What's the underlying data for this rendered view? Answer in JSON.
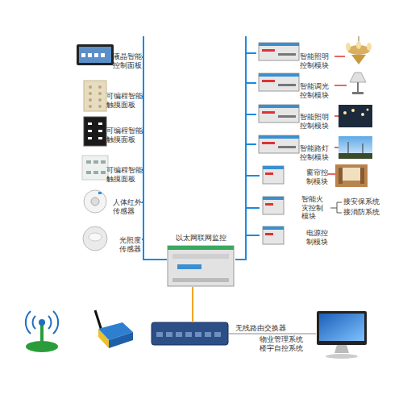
{
  "diagram": {
    "nodes": [
      {
        "text": [
          "液晶智能控制面板"
        ]
      },
      {
        "text": [
          "可编程智能触摸面板"
        ]
      },
      {
        "text": [
          "可编程智能触摸面板"
        ]
      },
      {
        "text": [
          "可编程智能触摸面板"
        ]
      },
      {
        "text": [
          "人体红外传感器"
        ]
      },
      {
        "text": [
          "光照度传感器"
        ]
      },
      {
        "text": [
          "智能照明控制模块"
        ]
      },
      {
        "text": [
          "智能调光控制模块"
        ]
      },
      {
        "text": [
          "智能照明控制模块"
        ]
      },
      {
        "text": [
          "智能路灯控制模块"
        ]
      },
      {
        "text": [
          "窗帘控制模块"
        ]
      },
      {
        "text": [
          "智能火灾控制模块"
        ]
      },
      {
        "text": [
          "电源控制模块"
        ]
      },
      {
        "text": [
          "以太网联网监控"
        ]
      },
      {
        "text": [
          "无线路由交换器"
        ]
      },
      {
        "text": [
          "物业管理系统 楼宇自控系统"
        ]
      }
    ],
    "edges": [
      {
        "from": 0,
        "to": 13,
        "arrow": "none"
      },
      {
        "from": 1,
        "to": 13,
        "arrow": "none"
      },
      {
        "from": 2,
        "to": 13,
        "arrow": "none"
      },
      {
        "from": 3,
        "to": 13,
        "arrow": "none"
      },
      {
        "from": 4,
        "to": 13,
        "arrow": "none"
      },
      {
        "from": 5,
        "to": 13,
        "arrow": "none"
      },
      {
        "from": 6,
        "to": 13,
        "arrow": "none"
      },
      {
        "from": 7,
        "to": 13,
        "arrow": "none"
      },
      {
        "from": 8,
        "to": 13,
        "arrow": "none"
      },
      {
        "from": 9,
        "to": 13,
        "arrow": "none"
      },
      {
        "from": 10,
        "to": 13,
        "arrow": "none"
      },
      {
        "from": 11,
        "to": 13,
        "arrow": "none"
      },
      {
        "from": 12,
        "to": 13,
        "arrow": "none"
      },
      {
        "from": 13,
        "to": 14,
        "arrow": "none"
      },
      {
        "from": 14,
        "to": 15,
        "arrow": "none"
      }
    ],
    "labels": [
      "接安保系统",
      "接消防系统"
    ]
  }
}
